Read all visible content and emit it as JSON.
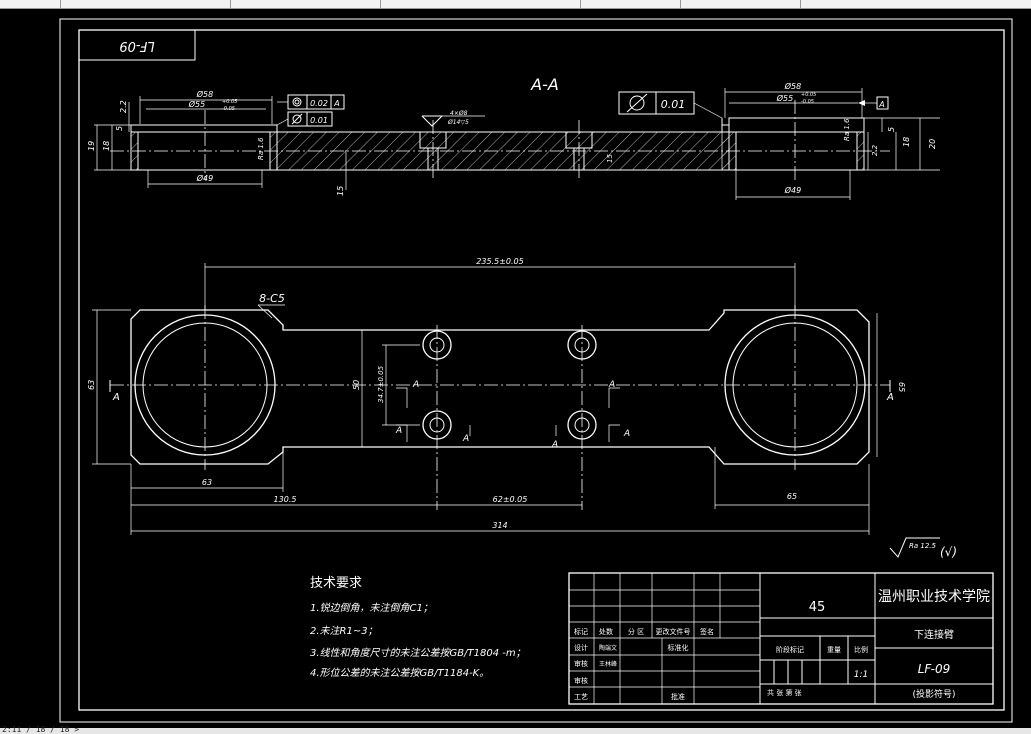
{
  "colors": {
    "background": "#000000",
    "lines": "#ffffff",
    "toolbar": "#f2f2f2"
  },
  "drawing_number_flipped": "LF-09",
  "section_title": "A-A",
  "tolerance_frames": {
    "left_box1": "0.02",
    "left_box1_ref": "A",
    "left_box2": "0.01",
    "right_box": "0.01",
    "datum_right": "A"
  },
  "section_dims": {
    "d58_left": "Ø58",
    "d55_left": "Ø55",
    "d55_left_tol_top": "+0.05",
    "d55_left_tol_bot": "-0.05",
    "d49_left": "Ø49",
    "h2_2_left": "2.2",
    "h5_left": "5",
    "h18_left": "18",
    "h19_left": "19",
    "ra_left": "Ra 1.6",
    "hole_spec1": "4×Ø8",
    "hole_spec2": "Ø14▽5",
    "depth15": "15",
    "depth15b": "15",
    "d58_right": "Ø58",
    "d55_right": "Ø55",
    "d55_right_tol_top": "+0.05",
    "d55_right_tol_bot": "-0.05",
    "d49_right": "Ø49",
    "ra_right": "Ra 1.6",
    "h5_right": "5",
    "h18_right": "18",
    "h20_right": "20",
    "h2_2_right": "2.2"
  },
  "plan_dims": {
    "len_235": "235.5±0.05",
    "chamfer": "8-C5",
    "h63": "63",
    "h50": "50",
    "h34": "34.7±0.05",
    "h65": "65",
    "w63": "63",
    "w130": "130.5",
    "w627": "62±0.05",
    "w65": "65",
    "w314": "314",
    "sec_a": "A",
    "sec_a_left": "A",
    "sec_a_right": "A"
  },
  "roughness": {
    "main": "Ra 12.5",
    "extra": "(√)"
  },
  "tech": {
    "title": "技术要求",
    "items": [
      "1.锐边倒角，未注倒角C1；",
      "2.未注R1~3；",
      "3.线性和角度尺寸的未注公差按GB/T1804 -m；",
      "4.形位公差的未注公差按GB/T1184-K。"
    ]
  },
  "title_block": {
    "material": "45",
    "school": "温州职业技术学院",
    "part_name": "下连接臂",
    "drawing_no": "LF-09",
    "code_note": "(投影符号)",
    "h_mark": "标记",
    "h_count": "处数",
    "h_zone": "分 区",
    "h_doc": "更改文件号",
    "h_sign": "签名",
    "r_design": "设计",
    "r_review": "审核",
    "r_craft": "工艺",
    "r_check": "审核",
    "designer": "陶端文",
    "reviewer": "王林峰",
    "std": "标准化",
    "approve": "批准",
    "stage_label": "阶段标记",
    "weight": "重量",
    "scale_label": "比例",
    "scale": "1:1",
    "sheets": "共 张 第 张"
  },
  "status_text": "2:11 / 18 / 18 >"
}
